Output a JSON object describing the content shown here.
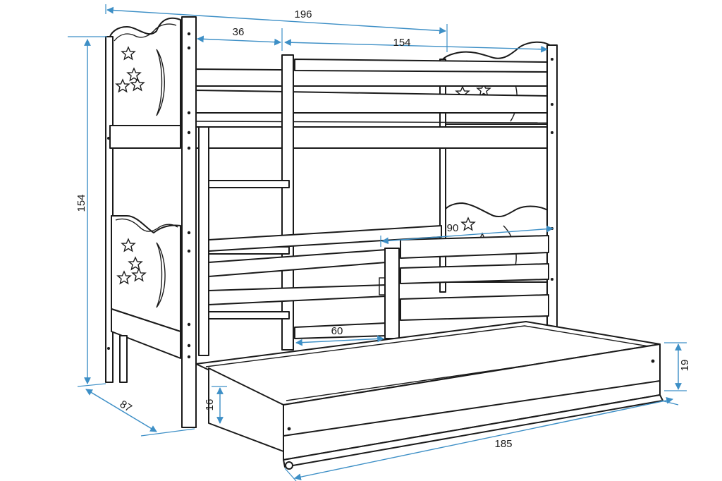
{
  "colors": {
    "outline": "#1a1a1a",
    "dimension": "#3d8fc6",
    "background": "#ffffff"
  },
  "dimensions": {
    "total_length": "196",
    "ladder_width": "36",
    "sleep_length": "154",
    "total_height": "154",
    "depth": "87",
    "opening_height": "90",
    "guard_gap": "60",
    "drawer_length": "185",
    "drawer_height": "16",
    "drawer_front": "19"
  }
}
